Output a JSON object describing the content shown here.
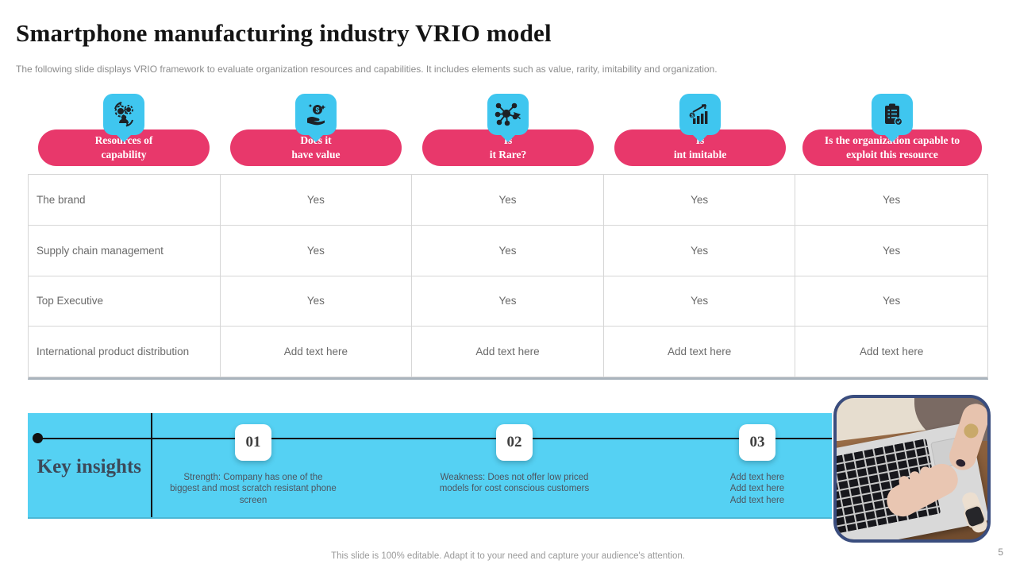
{
  "slide": {
    "title": "Smartphone manufacturing industry VRIO model",
    "subtitle": "The following slide displays VRIO framework to evaluate organization resources and capabilities. It includes elements such as value, rarity, imitability and organization.",
    "footer": "This slide is 100% editable. Adapt it to your need and capture your audience's attention.",
    "page_number": "5"
  },
  "colors": {
    "accent_pink": "#e8386b",
    "icon_cyan": "#3fc6ef",
    "band_cyan": "#55d1f3",
    "frame_navy": "#3a4d7e"
  },
  "columns": [
    {
      "icon": "gears-person-icon",
      "line1": "Resources of",
      "line2": "capability"
    },
    {
      "icon": "hand-value-icon",
      "line1": "Does it",
      "line2": "have value"
    },
    {
      "icon": "network-rare-icon",
      "line1": "Is",
      "line2": "it Rare?"
    },
    {
      "icon": "growth-chart-icon",
      "line1": "Is",
      "line2": "int imitable"
    },
    {
      "icon": "clipboard-check-icon",
      "line1": "Is the organization capable to",
      "line2": "exploit this resource"
    }
  ],
  "table": {
    "rows": [
      {
        "name": "The brand",
        "cells": [
          "Yes",
          "Yes",
          "Yes",
          "Yes"
        ]
      },
      {
        "name": "Supply chain management",
        "cells": [
          "Yes",
          "Yes",
          "Yes",
          "Yes"
        ]
      },
      {
        "name": "Top Executive",
        "cells": [
          "Yes",
          "Yes",
          "Yes",
          "Yes"
        ]
      },
      {
        "name": "International product distribution",
        "cells": [
          "Add text here",
          "Add text here",
          "Add text here",
          "Add text here"
        ]
      }
    ]
  },
  "key_insights": {
    "label": "Key insights",
    "items": [
      {
        "number": "01",
        "text": "Strength: Company has one of the biggest and most scratch resistant phone screen"
      },
      {
        "number": "02",
        "text": "Weakness: Does not offer low priced models for cost conscious customers"
      },
      {
        "number": "03",
        "lines": [
          "Add text here",
          "Add text here",
          "Add text here"
        ]
      }
    ]
  }
}
